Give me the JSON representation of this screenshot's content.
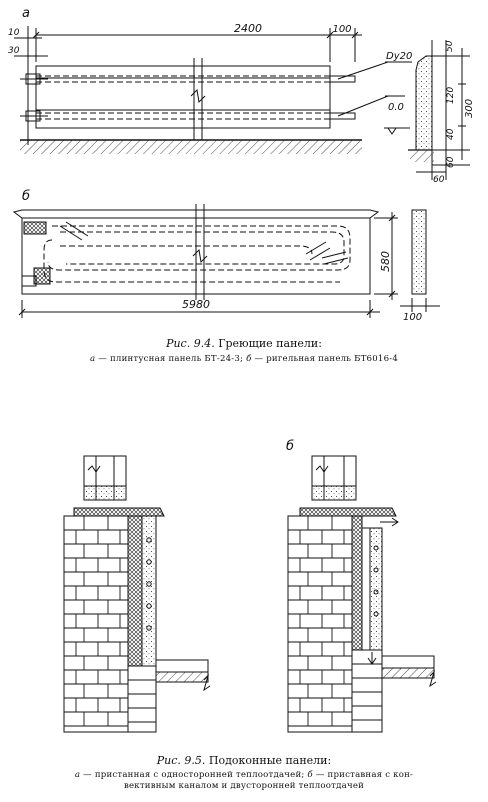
{
  "fig94": {
    "part_a_letter": "a",
    "part_b_letter": "б",
    "dims": {
      "length_a": "2400",
      "end_100_a": "100",
      "left_10": "10",
      "left_30": "30",
      "pipe": "Dy20",
      "level": "0.0",
      "sec_50": "50",
      "sec_120": "120",
      "sec_300": "300",
      "sec_40": "40",
      "sec_60a": "60",
      "sec_60b": "60",
      "length_b": "5980",
      "height_b": "580",
      "thick_b": "100"
    },
    "caption_prefix": "Рис. 9.4.",
    "caption_title": "Греющие панели:",
    "desc_a_letter": "а",
    "desc_a": "плинтусная панель БТ-24-3;",
    "desc_b_letter": "б",
    "desc_b": "ригельная панель БТ6016-4"
  },
  "fig95": {
    "part_b_letter": "б",
    "caption_prefix": "Рис. 9.5.",
    "caption_title": "Подоконные панели:",
    "desc_a_letter": "а",
    "desc_a": "пристанная с односторонней теплоотдачей;",
    "desc_b_letter": "б",
    "desc_b_1": "приставная с кон-",
    "desc_b_2": "вективным каналом и двусторонней теплоотдачей"
  },
  "colors": {
    "ink": "#111111",
    "paper": "#ffffff"
  }
}
